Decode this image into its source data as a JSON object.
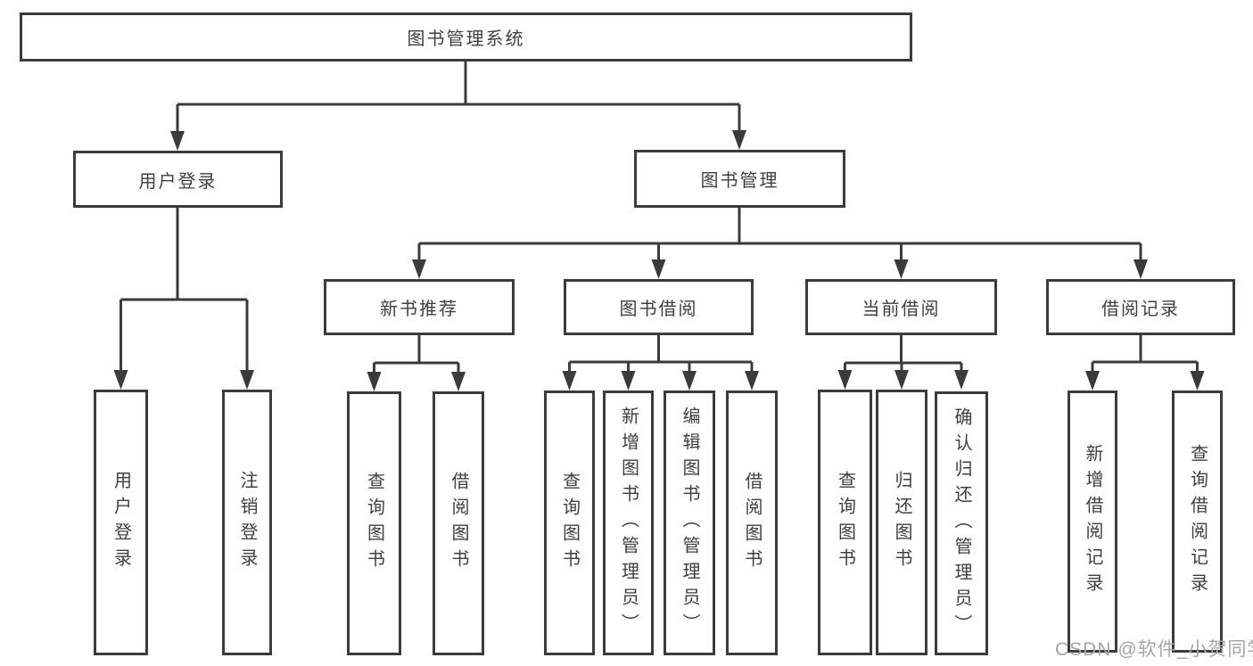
{
  "diagram_type": "hierarchy-tree",
  "tree": {
    "label": "图书管理系统",
    "children": [
      {
        "label": "用户登录",
        "children": [
          {
            "label": "用户登录"
          },
          {
            "label": "注销登录"
          }
        ]
      },
      {
        "label": "图书管理",
        "children": [
          {
            "label": "新书推荐",
            "children": [
              {
                "label": "查询图书"
              },
              {
                "label": "借阅图书"
              }
            ]
          },
          {
            "label": "图书借阅",
            "children": [
              {
                "label": "查询图书"
              },
              {
                "label": "新增图书（管理员）"
              },
              {
                "label": "编辑图书（管理员）"
              },
              {
                "label": "借阅图书"
              }
            ]
          },
          {
            "label": "当前借阅",
            "children": [
              {
                "label": "查询图书"
              },
              {
                "label": "归还图书"
              },
              {
                "label": "确认归还（管理员）"
              }
            ]
          },
          {
            "label": "借阅记录",
            "children": [
              {
                "label": "新增借阅记录"
              },
              {
                "label": "查询借阅记录"
              }
            ]
          }
        ]
      }
    ]
  },
  "watermark": {
    "text": "CSDN @软件_小贺同学"
  },
  "colors": {
    "line": "#3b3b3b",
    "box_border": "#3b3b3b",
    "box_fill": "#ffffff",
    "text": "#3f3f3f",
    "watermark": "#a6a6a6",
    "background": "#ffffff"
  }
}
